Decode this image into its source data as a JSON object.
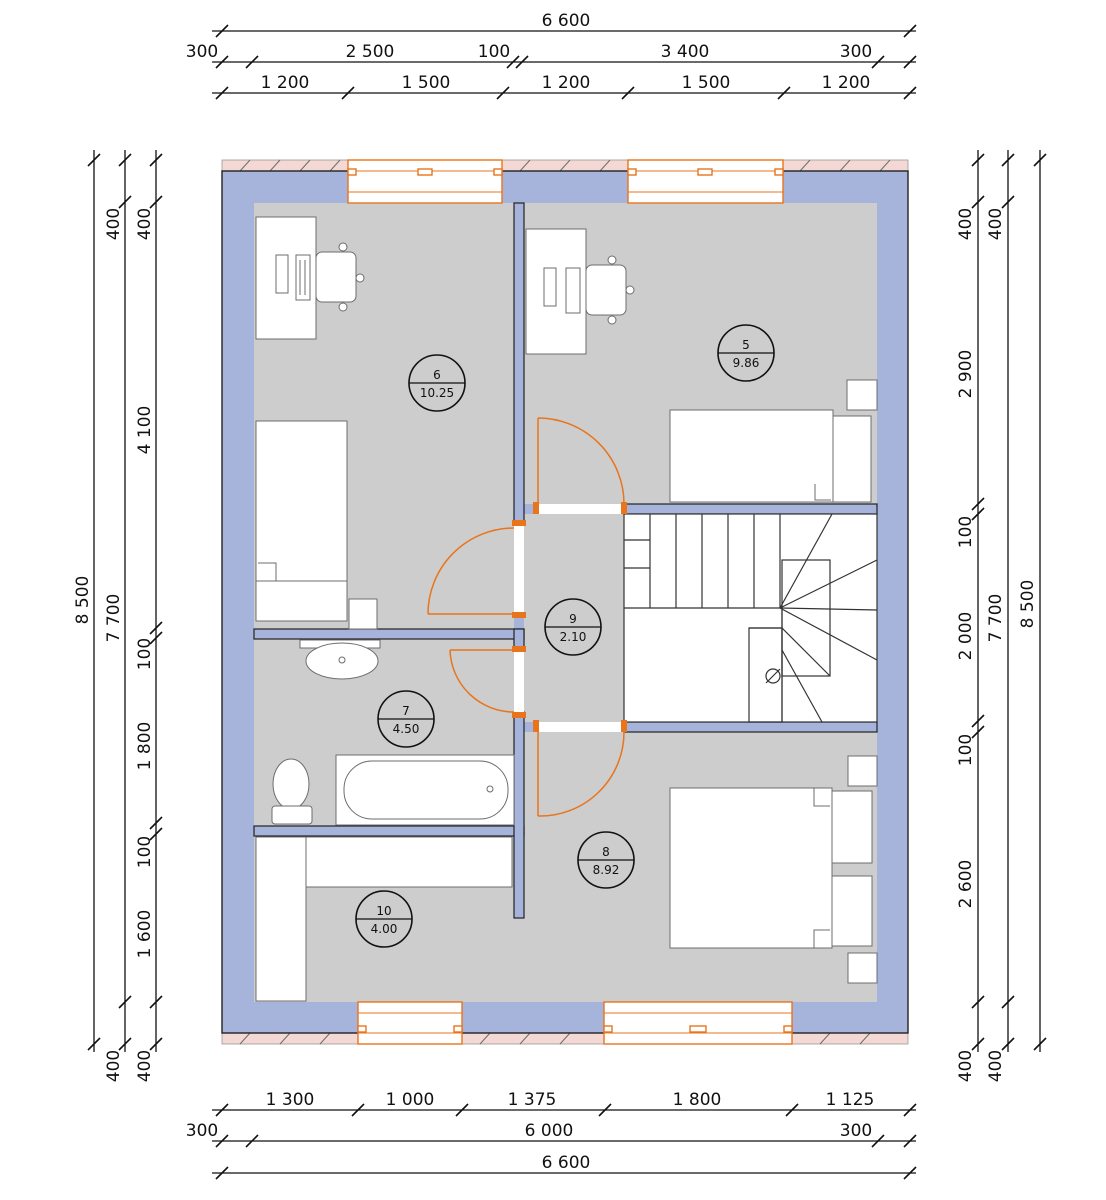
{
  "dimensions": {
    "top": {
      "row1": {
        "total": "6 600"
      },
      "row2": {
        "a": "300",
        "b": "2 500",
        "c": "100",
        "d": "3 400",
        "e": "300"
      },
      "row3": {
        "a": "1 200",
        "b": "1 500",
        "c": "1 200",
        "d": "1 500",
        "e": "1 200"
      }
    },
    "bottom": {
      "row1": {
        "a": "1 300",
        "b": "1 000",
        "c": "1 375",
        "d": "1 800",
        "e": "1 125"
      },
      "row2": {
        "a": "300",
        "b": "6 000",
        "c": "300"
      },
      "row3": {
        "total": "6 600"
      }
    },
    "left": {
      "outer": "8 500",
      "mid": {
        "top": "400",
        "total": "7 700",
        "bottom": "400"
      },
      "inner": {
        "top": "400",
        "a": "4 100",
        "b": "100",
        "c": "1 800",
        "d": "100",
        "e": "1 600",
        "bottom": "400"
      }
    },
    "right": {
      "inner": {
        "top": "400",
        "a": "2 900",
        "b": "100",
        "c": "2 000",
        "d": "100",
        "e": "2 600",
        "bottom": "400"
      },
      "mid": {
        "top": "400",
        "total": "7 700",
        "bottom": "400"
      },
      "outer": "8 500"
    }
  },
  "rooms": [
    {
      "id": "5",
      "number": "5",
      "area": "9.86"
    },
    {
      "id": "6",
      "number": "6",
      "area": "10.25"
    },
    {
      "id": "7",
      "number": "7",
      "area": "4.50"
    },
    {
      "id": "8",
      "number": "8",
      "area": "8.92"
    },
    {
      "id": "9",
      "number": "9",
      "area": "2.10"
    },
    {
      "id": "10",
      "number": "10",
      "area": "4.00"
    }
  ],
  "colors": {
    "wall": "#a6b3da",
    "floor": "#cdcdcd",
    "door_window": "#e8741c",
    "hatch": "#f4d8d4"
  }
}
